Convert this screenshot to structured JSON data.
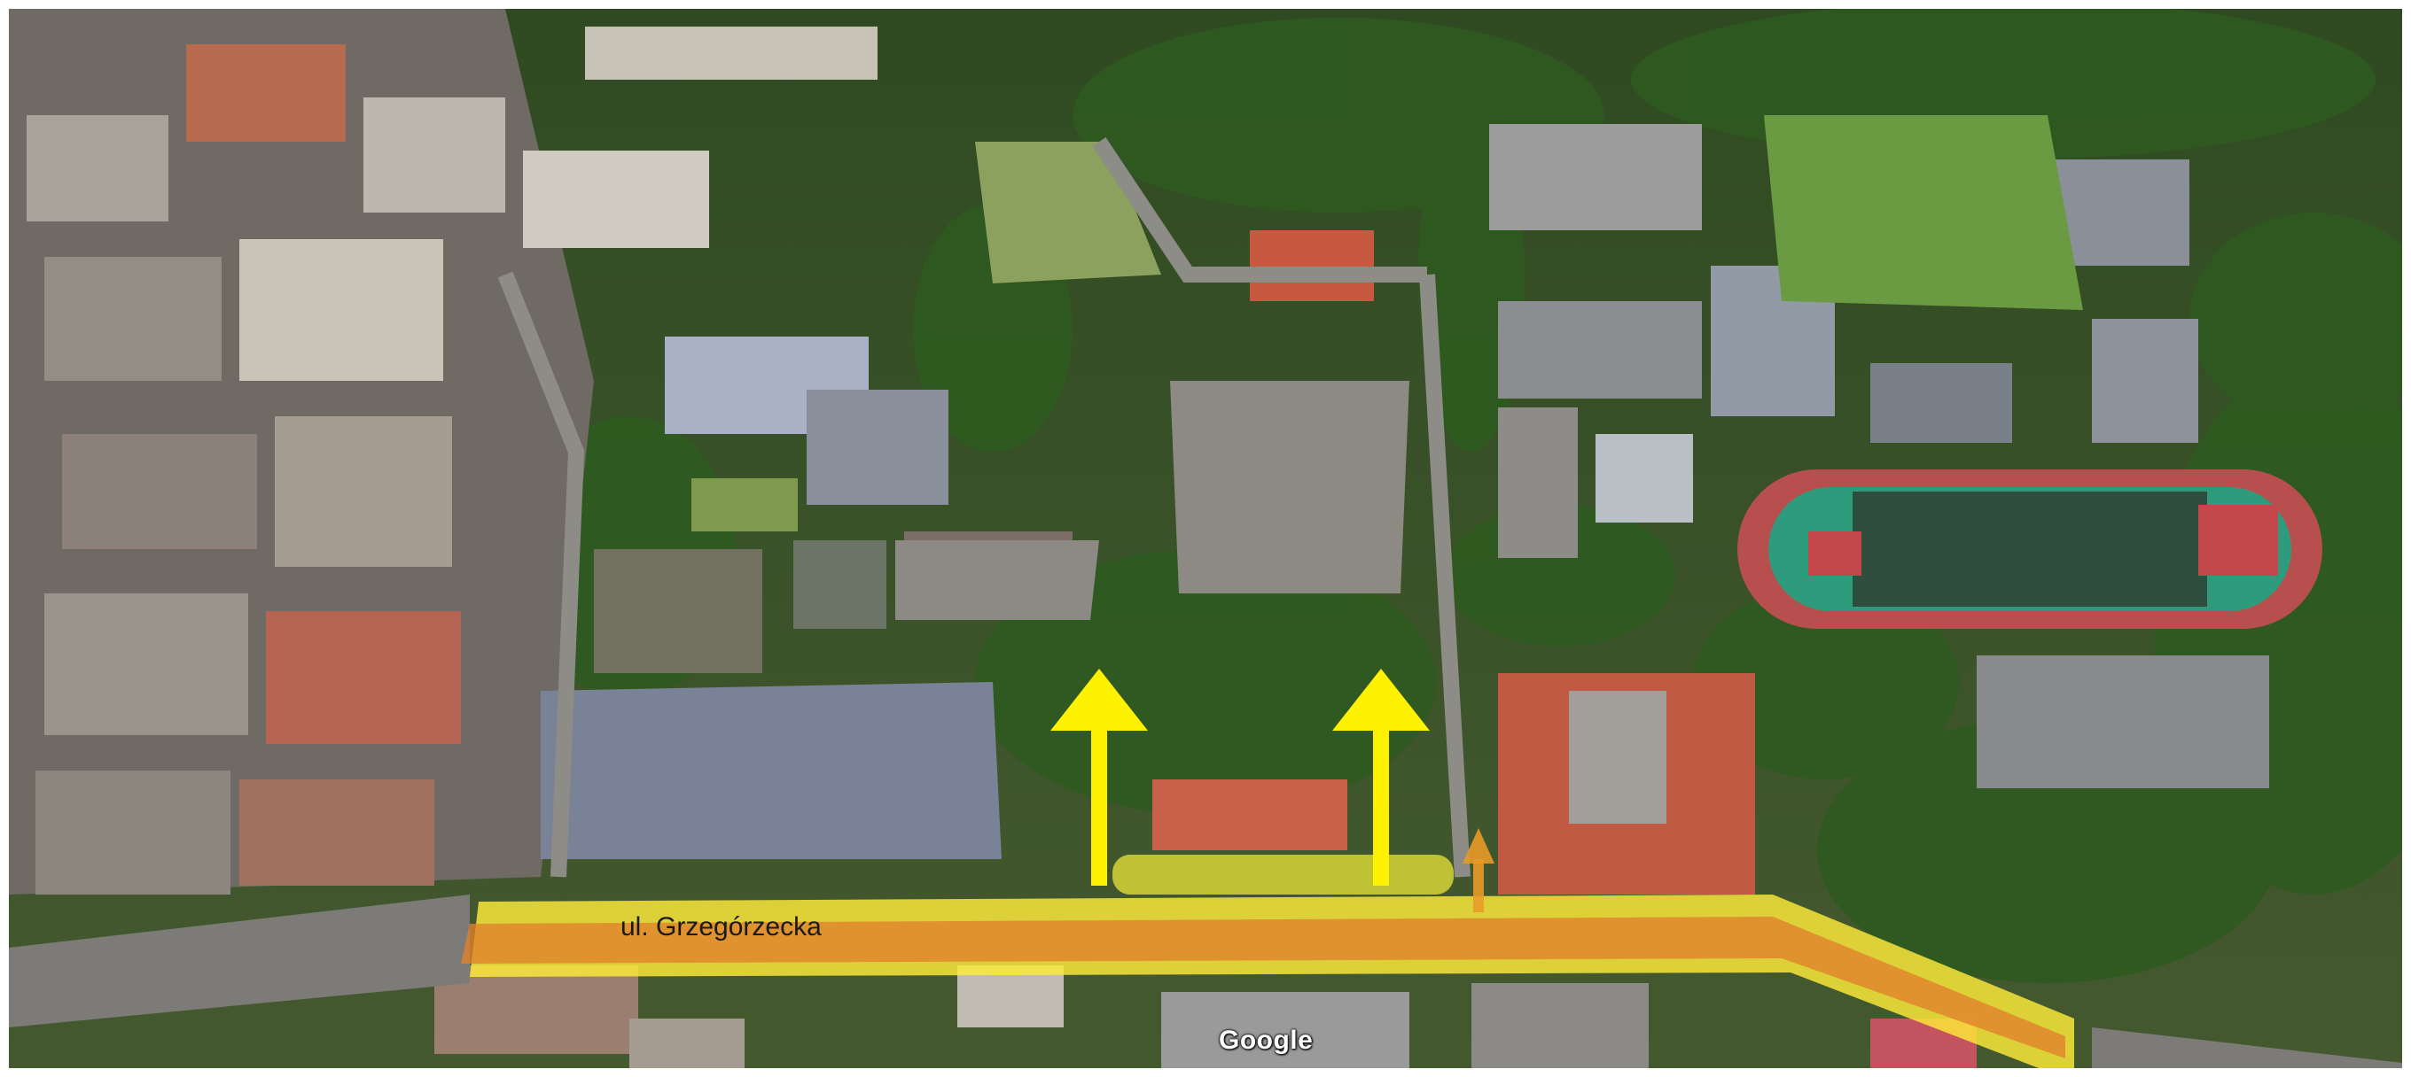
{
  "map": {
    "view": "aerial-3d",
    "street_label": "ul. Grzegórzecka",
    "attribution": "Google",
    "overlay_colors": {
      "street_band": "#ffeb3b",
      "street_core": "#e0822a",
      "arrow": "#fff200"
    },
    "arrows": [
      {
        "name": "arrow-left",
        "direction": "north"
      },
      {
        "name": "arrow-right",
        "direction": "north"
      },
      {
        "name": "arrow-small",
        "direction": "north"
      }
    ]
  }
}
